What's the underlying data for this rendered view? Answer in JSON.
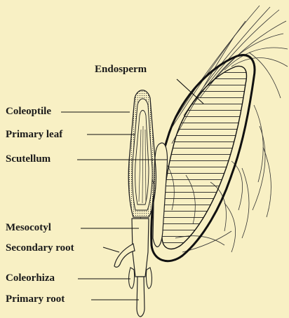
{
  "labels": {
    "endosperm": "Endosperm",
    "coleoptile": "Coleoptile",
    "primary_leaf": "Primary leaf",
    "scutellum": "Scutellum",
    "mesocotyl": "Mesocotyl",
    "secondary_root": "Secondary root",
    "coleorhiza": "Coleorhiza",
    "primary_root": "Primary root"
  }
}
